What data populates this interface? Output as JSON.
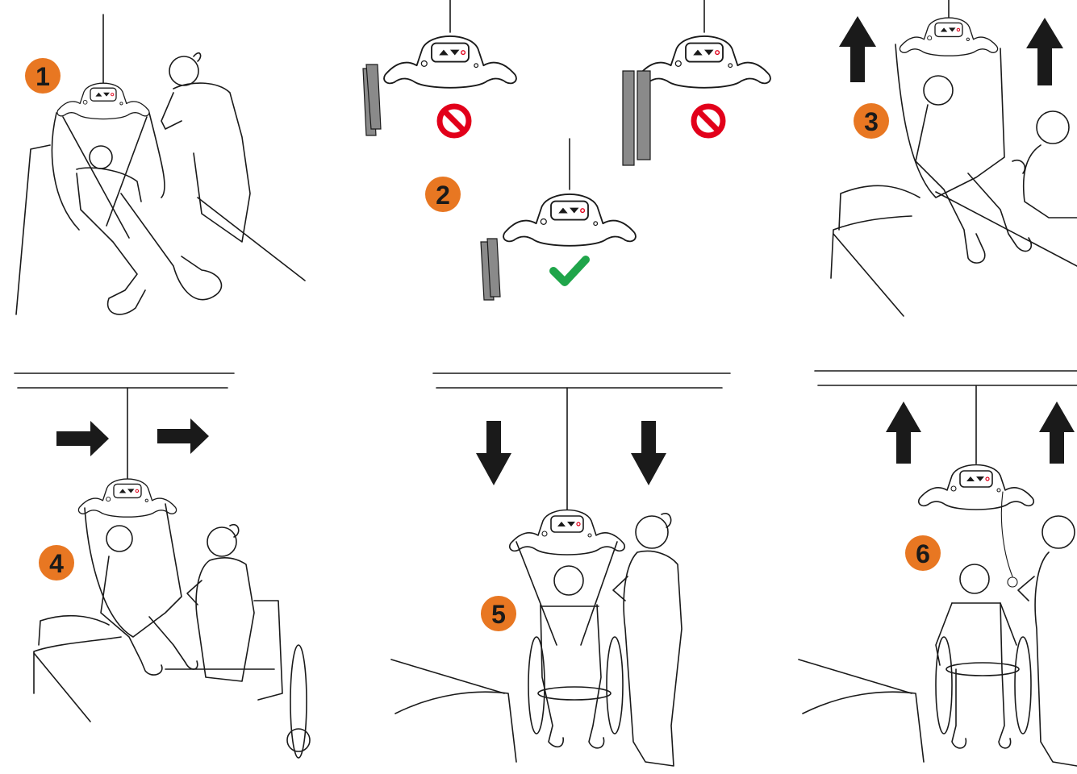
{
  "steps": [
    {
      "number": "1"
    },
    {
      "number": "2"
    },
    {
      "number": "3"
    },
    {
      "number": "4"
    },
    {
      "number": "5"
    },
    {
      "number": "6"
    }
  ],
  "colors": {
    "badge": "#E87722",
    "prohibit": "#E2001A",
    "check": "#1FA54A",
    "ink": "#1a1a1a",
    "strap": "#8a8a8a",
    "display_red": "#E2001A"
  },
  "icons": {
    "prohibited": "no-entry-icon",
    "correct": "checkmark-icon",
    "up": "arrow-up-icon",
    "down": "arrow-down-icon",
    "right": "arrow-right-icon"
  }
}
